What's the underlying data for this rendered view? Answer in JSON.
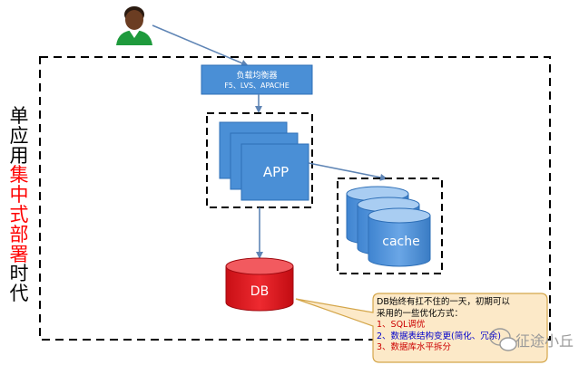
{
  "vertical_label": {
    "part1": [
      "单",
      "应",
      "用"
    ],
    "part2": [
      "集",
      "中",
      "式",
      "部",
      "署"
    ],
    "part3": [
      "时",
      "代"
    ],
    "part1_color": "#000000",
    "part2_color": "#ff0000",
    "part3_color": "#000000"
  },
  "load_balancer": {
    "title": "负载均衡器",
    "subtitle": "F5、LVS、APACHE"
  },
  "app": {
    "label": "APP"
  },
  "cache": {
    "label": "cache"
  },
  "db": {
    "label": "DB"
  },
  "note": {
    "line1": "DB始终有扛不住的一天，初期可以",
    "line2": "采用的一些优化方式：",
    "item1": "1、SQL调优",
    "item2": "2、数据表结构变更(简化、冗余)",
    "item3": "3、数据库水平拆分",
    "item1_color": "#cc0000",
    "item2_color": "#0000cc",
    "item3_color": "#cc0000"
  },
  "watermark": {
    "text": "征途小丘"
  },
  "colors": {
    "box_blue": "#4a8fd6",
    "box_blue_dark": "#2e6fb7",
    "db_red": "#e0141b",
    "note_bg": "#fce9c8",
    "note_border": "#d4a64a",
    "arrow": "#5f85b5"
  }
}
